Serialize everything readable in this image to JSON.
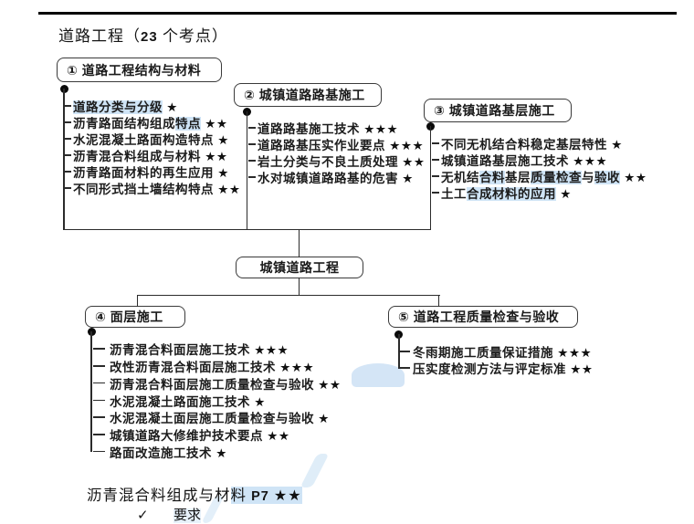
{
  "colors": {
    "highlight": "#cfe4f6",
    "line": "#2b2b2b"
  },
  "title": {
    "pre": "道路工程（",
    "num": "23",
    "post": " 个考点）"
  },
  "tree": {
    "center_label": "城镇道路工程",
    "boxes": [
      {
        "label": "① 道路工程结构与材料",
        "items": [
          {
            "segments": [
              {
                "t": "道路分类与分级",
                "h": true
              }
            ],
            "stars": "★"
          },
          {
            "segments": [
              {
                "t": "沥青路面结构组成",
                "h": false
              },
              {
                "t": "特点",
                "h": true
              }
            ],
            "stars": "★★"
          },
          {
            "segments": [
              {
                "t": "水泥混凝土路面构造特点",
                "h": false
              }
            ],
            "stars": "★"
          },
          {
            "segments": [
              {
                "t": "沥青混合料组成与材料",
                "h": false
              }
            ],
            "stars": "★★"
          },
          {
            "segments": [
              {
                "t": "沥青路面材料的再生应用",
                "h": false
              }
            ],
            "stars": "★"
          },
          {
            "segments": [
              {
                "t": "不同形式挡土墙结构特点",
                "h": false
              }
            ],
            "stars": "★★"
          }
        ]
      },
      {
        "label": "② 城镇道路路基施工",
        "items": [
          {
            "segments": [
              {
                "t": "道路路基施工技术",
                "h": false
              }
            ],
            "stars": "★★★"
          },
          {
            "segments": [
              {
                "t": "道路路基压实作业要点",
                "h": false
              }
            ],
            "stars": "★★★"
          },
          {
            "segments": [
              {
                "t": "岩土分类与不良土质处理",
                "h": false
              }
            ],
            "stars": "★★"
          },
          {
            "segments": [
              {
                "t": "水对城镇道路路基的危害",
                "h": false
              }
            ],
            "stars": "★"
          }
        ]
      },
      {
        "label": "③ 城镇道路基层施工",
        "items": [
          {
            "segments": [
              {
                "t": "不同无机结合料稳定基层特性",
                "h": false
              }
            ],
            "stars": "★"
          },
          {
            "segments": [
              {
                "t": "城镇道路基层施工技术",
                "h": false
              }
            ],
            "stars": "★★★"
          },
          {
            "segments": [
              {
                "t": "无机结",
                "h": false
              },
              {
                "t": "合料",
                "h": true
              },
              {
                "t": "基层",
                "h": false
              },
              {
                "t": "质量检查",
                "h": true
              },
              {
                "t": "与",
                "h": false
              },
              {
                "t": "验收",
                "h": true
              }
            ],
            "stars": "★★"
          },
          {
            "segments": [
              {
                "t": "土工",
                "h": false
              },
              {
                "t": "合成材料的应用",
                "h": true
              }
            ],
            "stars": "★"
          }
        ]
      },
      {
        "label": "④ 面层施工",
        "items": [
          {
            "segments": [
              {
                "t": "沥青混合料面层施工技术",
                "h": false
              }
            ],
            "stars": "★★★"
          },
          {
            "segments": [
              {
                "t": "改性沥青混合料面层施工技术",
                "h": false
              }
            ],
            "stars": "★★★"
          },
          {
            "segments": [
              {
                "t": "沥青混合料面层施工质量检查与验收",
                "h": false
              }
            ],
            "stars": "★★"
          },
          {
            "segments": [
              {
                "t": "水泥混凝土路面施工技术",
                "h": false
              }
            ],
            "stars": "★"
          },
          {
            "segments": [
              {
                "t": "水泥混凝土面层施工质量检查与验收",
                "h": false
              }
            ],
            "stars": "★"
          },
          {
            "segments": [
              {
                "t": "城镇道路大修维护技术要点",
                "h": false
              }
            ],
            "stars": "★★"
          },
          {
            "segments": [
              {
                "t": "路面改造施工技术",
                "h": false
              }
            ],
            "stars": "★"
          }
        ]
      },
      {
        "label": "⑤ 道路工程质量检查与验收",
        "items": [
          {
            "segments": [
              {
                "t": "冬雨期施工质量保证措施",
                "h": false
              }
            ],
            "stars": "★★★"
          },
          {
            "segments": [
              {
                "t": "压实度检测方法与评定标准",
                "h": false
              }
            ],
            "stars": "★★"
          }
        ]
      }
    ]
  },
  "footer": {
    "heading_pre": "沥青混合料组成与材",
    "heading_hl_cjk": "料 ",
    "heading_page": "P7",
    "heading_stars": " ★★",
    "check_mark": "✓",
    "check_label": "要求"
  }
}
